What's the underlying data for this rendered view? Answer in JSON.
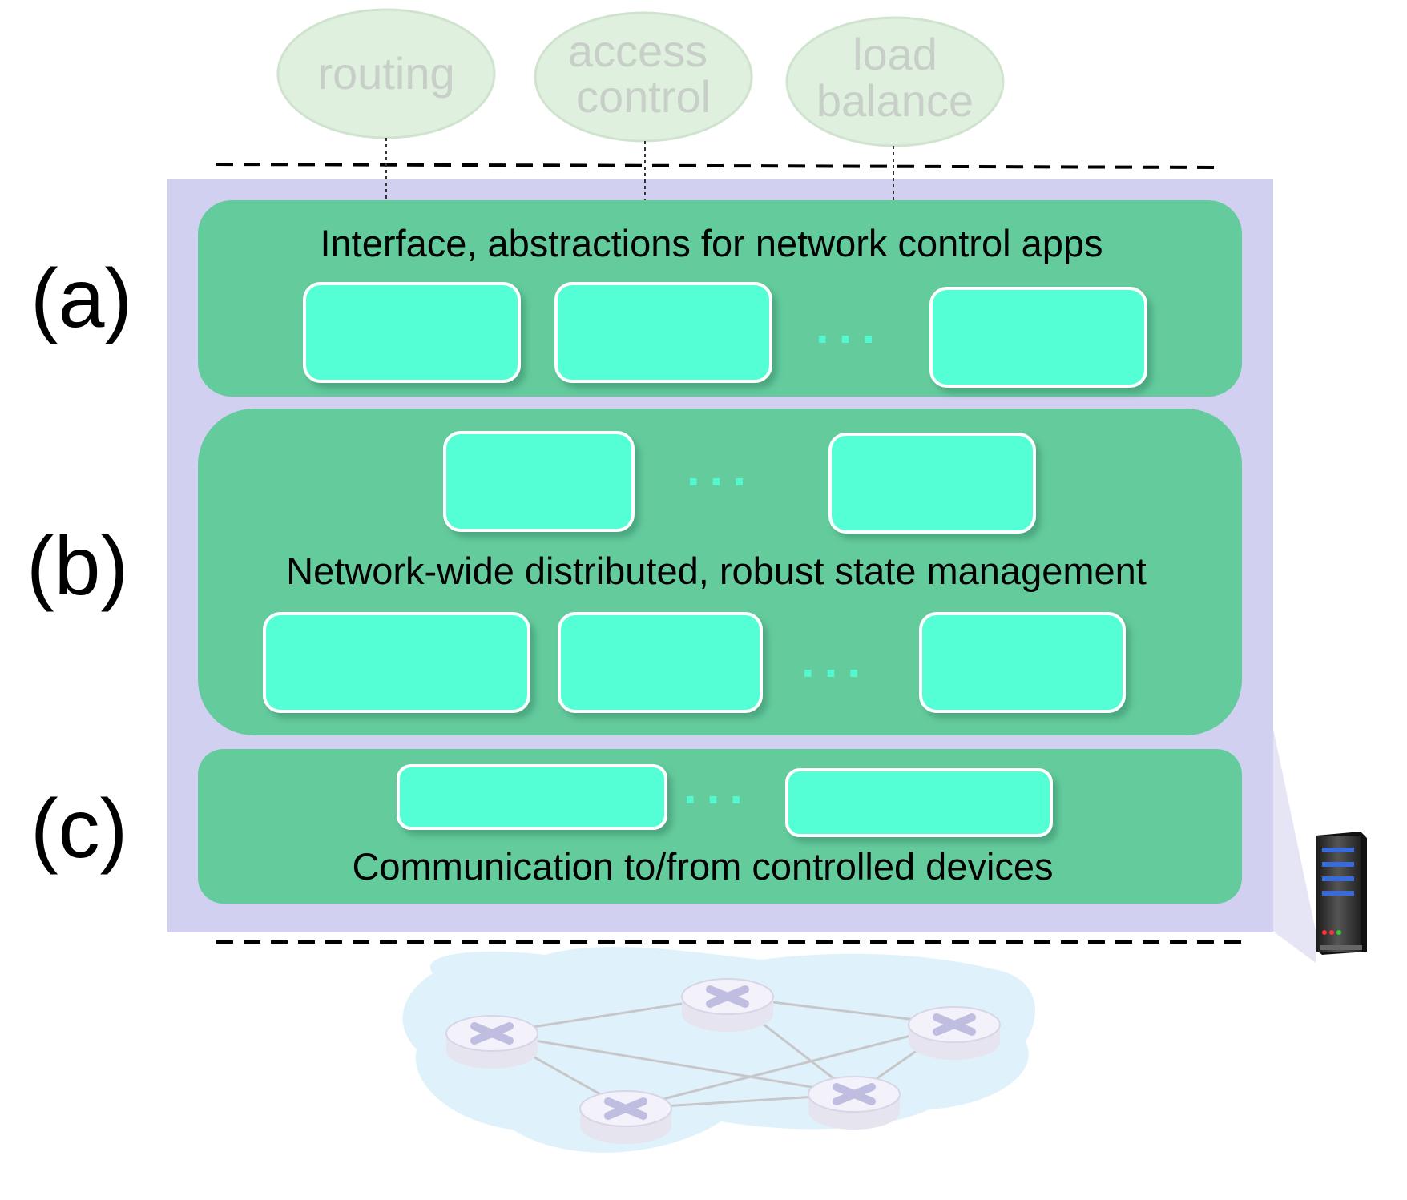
{
  "apps": [
    {
      "lines": [
        "routing"
      ]
    },
    {
      "lines": [
        "access",
        "control"
      ]
    },
    {
      "lines": [
        "load",
        "balance"
      ]
    }
  ],
  "layers": {
    "a": {
      "side_label": "(a)",
      "title": "Interface, abstractions for network control apps"
    },
    "b": {
      "side_label": "(b)",
      "title": "Network-wide distributed, robust  state management"
    },
    "c": {
      "side_label": "(c)",
      "title": "Communication to/from controlled devices"
    }
  },
  "ellipsis": "...",
  "colors": {
    "controller_bg": "#d1d0f0",
    "layer_bg": "#64cb9d",
    "module_fill": "#55ffd6",
    "app_bubble": "#dff0df",
    "network_cloud": "#dff2fb",
    "router": "#f3f2fa"
  },
  "icons": {
    "server": "server-icon",
    "router": "router-icon",
    "network": "network-cloud-icon"
  }
}
